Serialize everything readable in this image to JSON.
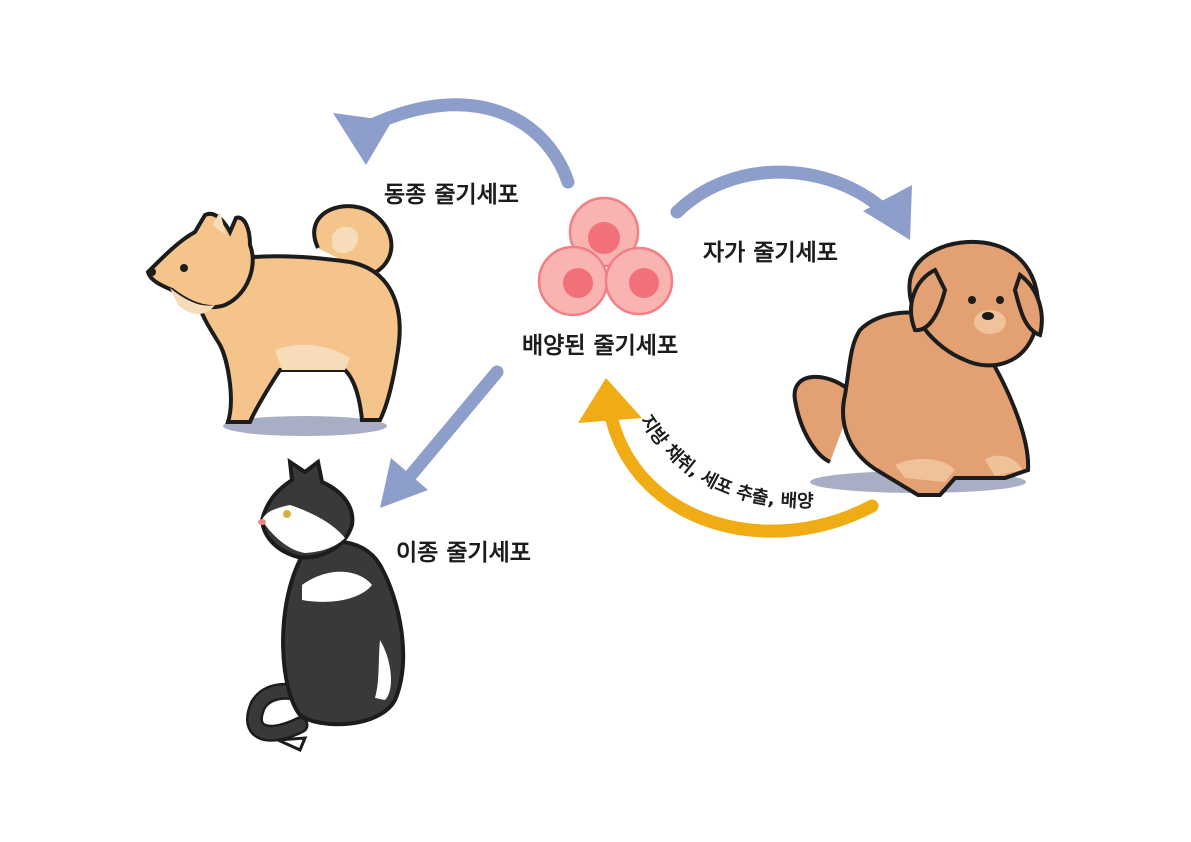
{
  "labels": {
    "cultured": "배양된 줄기세포",
    "allogeneic": "동종 줄기세포",
    "autologous": "자가 줄기세포",
    "xenogeneic": "이종 줄기세포",
    "process": "지방 채취, 세포 추출, 배양"
  },
  "colors": {
    "blue_arrow": "#8d9ecb",
    "yellow_arrow": "#f0ac14",
    "cell_outer": "#f9b3b0",
    "cell_nucleus": "#f2707a",
    "shiba": "#f5c48a",
    "retriever": "#e3a173",
    "cat_black": "#3a3838",
    "shadow": "#a8aec3"
  },
  "icons": [
    "stem-cells-icon",
    "shiba-dog-icon",
    "sitting-dog-icon",
    "cat-icon"
  ]
}
